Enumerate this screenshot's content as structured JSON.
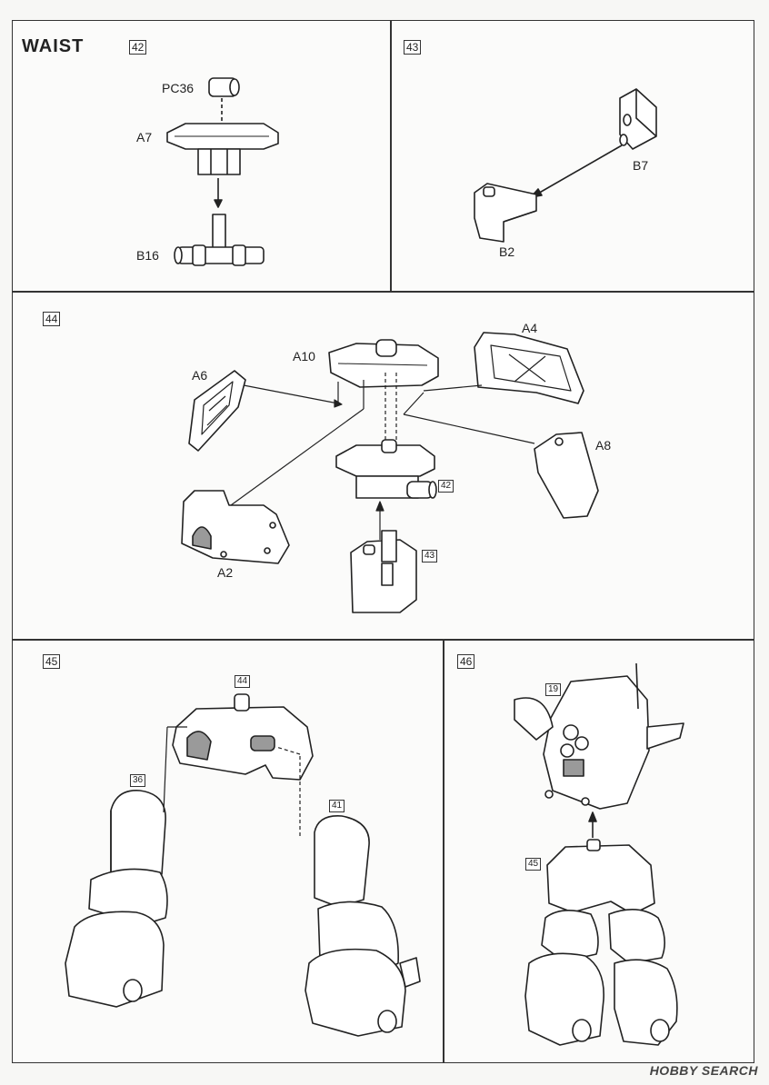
{
  "section": {
    "title": "WAIST",
    "step": "42"
  },
  "steps": {
    "s43": "43",
    "s44": "44",
    "s45": "45",
    "s46": "46"
  },
  "parts": {
    "pc36": "PC36",
    "a7": "A7",
    "b16": "B16",
    "b7": "B7",
    "b2": "B2",
    "a10": "A10",
    "a4": "A4",
    "a6": "A6",
    "a8": "A8",
    "a2": "A2"
  },
  "refs": {
    "r42": "42",
    "r43": "43",
    "r44": "44",
    "r36": "36",
    "r41": "41",
    "r19": "19",
    "r45": "45"
  },
  "watermark": "HOBBY SEARCH",
  "colors": {
    "line": "#222222",
    "fill": "#ffffff",
    "shade": "#9a9a9a",
    "paper": "#fbfbfa"
  }
}
